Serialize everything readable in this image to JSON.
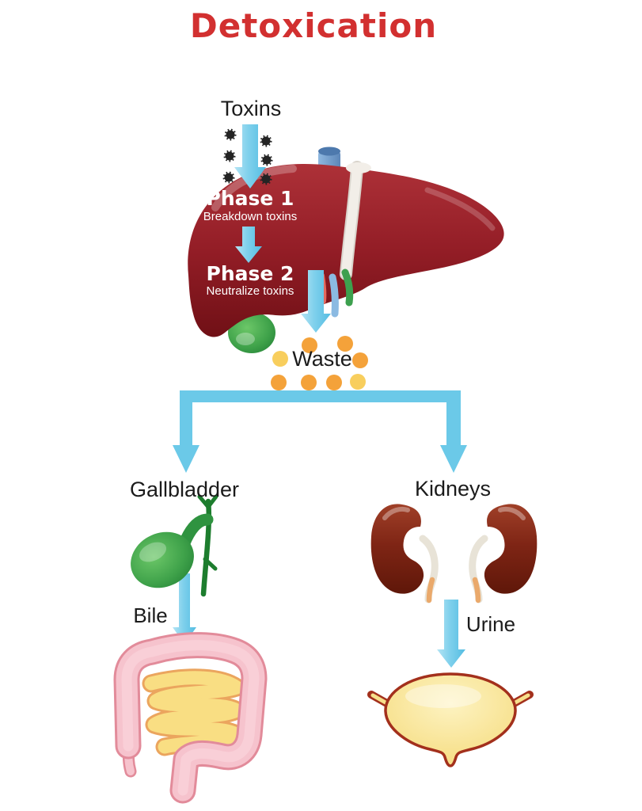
{
  "title": "Detoxication",
  "nodes": {
    "toxins": "Toxins",
    "phase1": {
      "title": "Phase 1",
      "subtitle": "Breakdown toxins"
    },
    "phase2": {
      "title": "Phase 2",
      "subtitle": "Neutralize toxins"
    },
    "waste": "Waste",
    "gallbladder": "Gallbladder",
    "kidneys": "Kidneys",
    "bile": "Bile",
    "urine": "Urine"
  },
  "organs_depicted": [
    "liver",
    "gallbladder",
    "kidneys",
    "large-intestine",
    "small-intestine",
    "urinary-bladder"
  ],
  "edges": [
    {
      "from": "Toxins",
      "to": "Phase 1"
    },
    {
      "from": "Phase 1",
      "to": "Phase 2"
    },
    {
      "from": "Phase 2",
      "to": "Waste"
    },
    {
      "from": "Waste",
      "to": "Gallbladder"
    },
    {
      "from": "Waste",
      "to": "Kidneys"
    },
    {
      "from": "Gallbladder",
      "via": "Bile",
      "to": "large-intestine"
    },
    {
      "from": "Kidneys",
      "via": "Urine",
      "to": "urinary-bladder"
    }
  ],
  "palette": {
    "title_red": "#d23030",
    "arrow_blue": "#6bc9e8",
    "label_black": "#1b1b1b",
    "phase_text_white": "#ffffff",
    "liver_red": "#931d26",
    "gallbladder_green": "#3fa24a",
    "duct_green": "#1d7d2e",
    "kidney_maroon": "#7f2515",
    "waste_orange": "#f4a23a",
    "waste_yellow": "#f8ce5d",
    "toxin_dark": "#242424",
    "colon_pink": "#f6c3cd",
    "small_intestine_yellow": "#f9de83",
    "bladder_yellow": "#f7e08b",
    "bladder_outline": "#a3301c"
  }
}
